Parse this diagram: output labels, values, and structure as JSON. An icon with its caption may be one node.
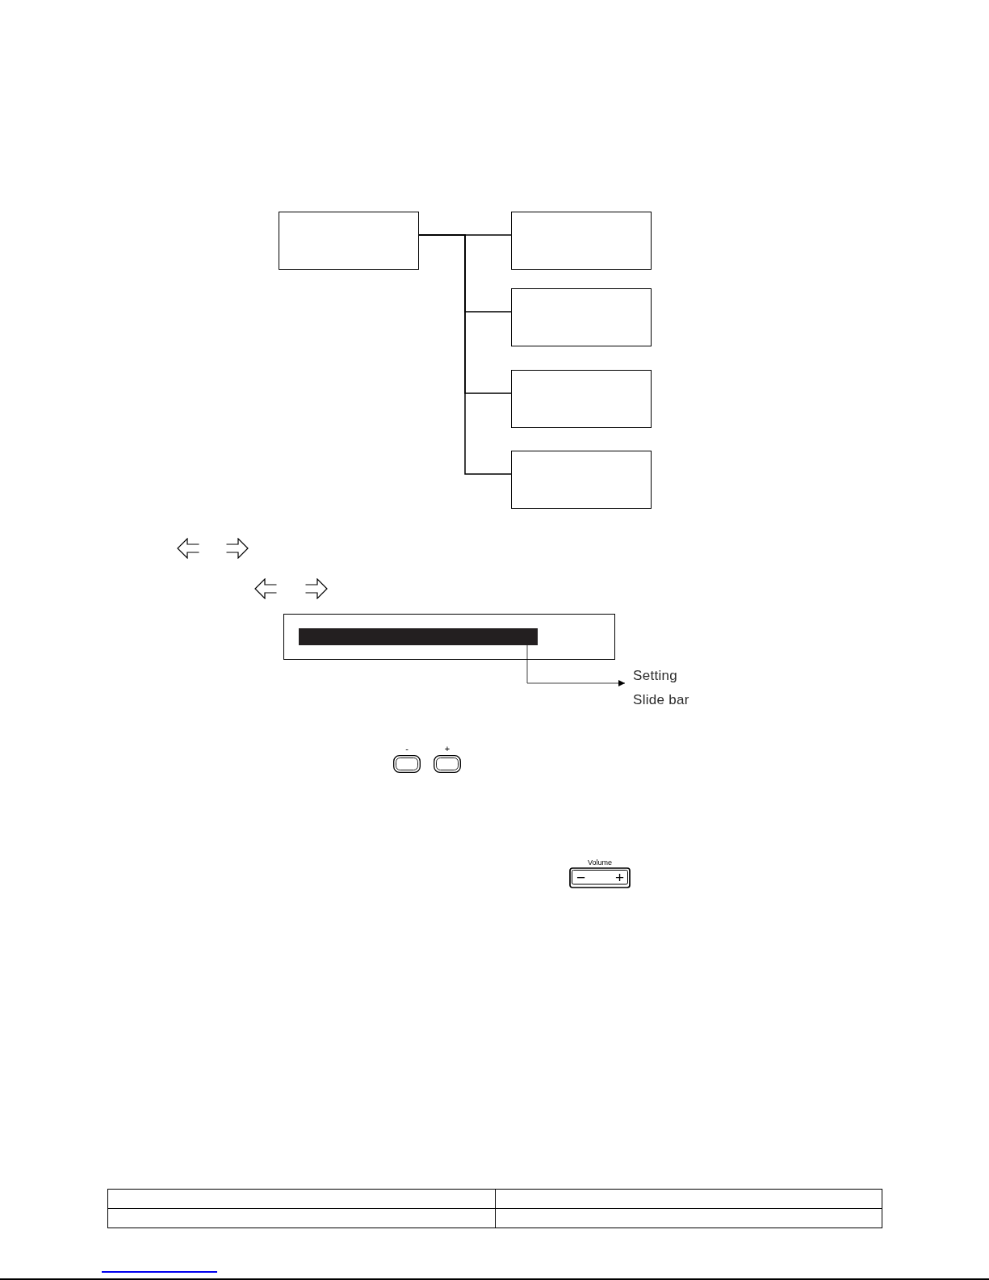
{
  "diagram": {
    "nodes": [
      {
        "text": [],
        "shape": "box"
      },
      {
        "text": [],
        "shape": "box"
      },
      {
        "text": [],
        "shape": "box"
      },
      {
        "text": [],
        "shape": "box"
      },
      {
        "text": [],
        "shape": "box"
      },
      {
        "text": [],
        "shape": "box"
      },
      {
        "text": [],
        "shape": "bar",
        "in": 5
      },
      {
        "text": [
          "Setting Slide bar"
        ]
      },
      {
        "text": [
          "-"
        ]
      },
      {
        "text": [
          "+"
        ]
      },
      {
        "text": [
          "Volume",
          "−",
          "+"
        ]
      }
    ],
    "edges": [
      {
        "from": 0,
        "to": 1,
        "arrow": "none"
      },
      {
        "from": 0,
        "to": 2,
        "arrow": "none"
      },
      {
        "from": 0,
        "to": 3,
        "arrow": "none"
      },
      {
        "from": 0,
        "to": 4,
        "arrow": "none"
      },
      {
        "from": 6,
        "to": 7,
        "arrow": "to"
      }
    ]
  }
}
